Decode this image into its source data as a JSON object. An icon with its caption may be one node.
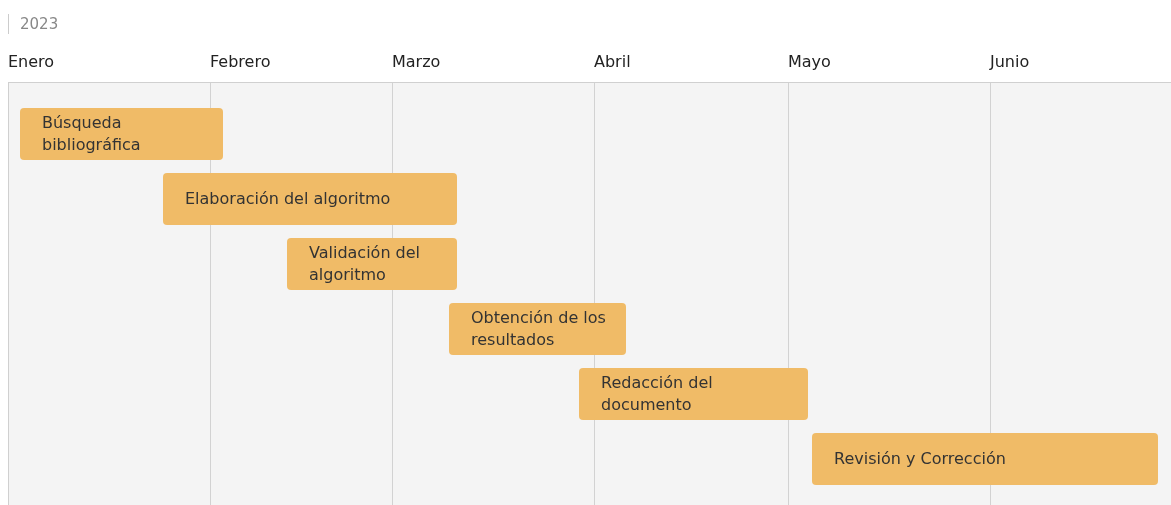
{
  "diagram": {
    "nodes": [
      {
        "text": [
          "Búsqueda bibliográfica"
        ]
      },
      {
        "text": [
          "Elaboración del algoritmo"
        ]
      },
      {
        "text": [
          "Validación del algoritmo"
        ]
      },
      {
        "text": [
          "Obtención de los resultados"
        ]
      },
      {
        "text": [
          "Redacción del documento"
        ]
      },
      {
        "text": [
          "Revisión y Corrección"
        ]
      }
    ],
    "labels": [
      "2023",
      "Enero",
      "Febrero",
      "Marzo",
      "Abril",
      "Mayo",
      "Junio"
    ]
  }
}
